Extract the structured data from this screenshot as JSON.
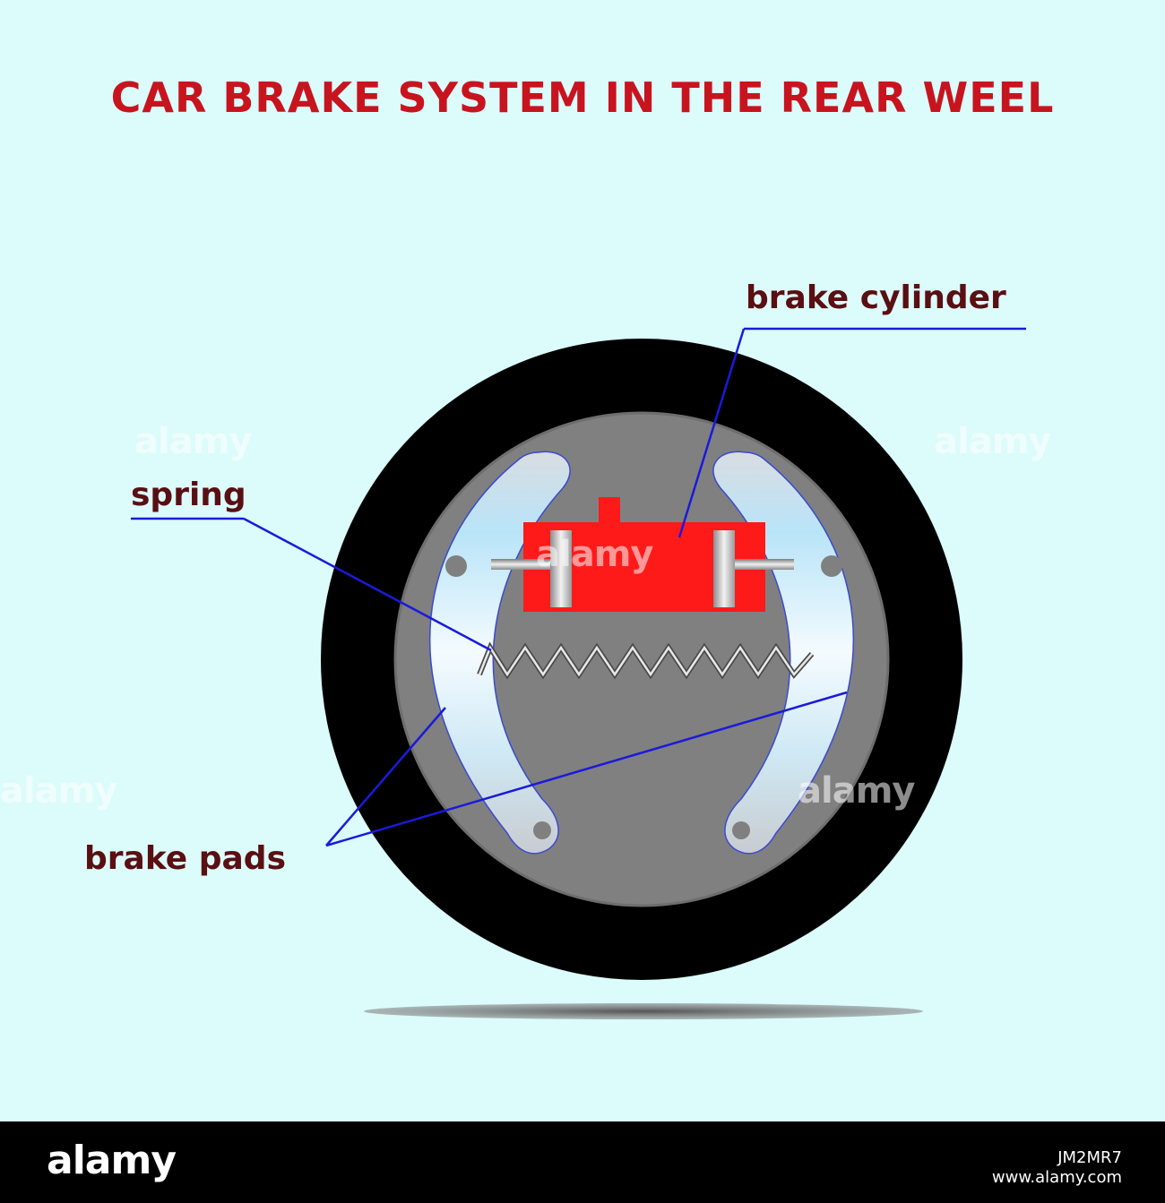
{
  "title": "CAR BRAKE SYSTEM IN THE REAR WEEL",
  "labels": {
    "brake_cylinder": "brake cylinder",
    "spring": "spring",
    "brake_pads": "brake pads"
  },
  "colors": {
    "background": "#dcfbfb",
    "title": "#c8141e",
    "label_text": "#5a0f12",
    "leader_line": "#1a1adc",
    "tire": "#000000",
    "drum": "#808080",
    "cylinder": "#ff1a1a"
  },
  "watermark": {
    "brand": "alamy",
    "image_id": "JM2MR7",
    "site": "www.alamy.com"
  }
}
